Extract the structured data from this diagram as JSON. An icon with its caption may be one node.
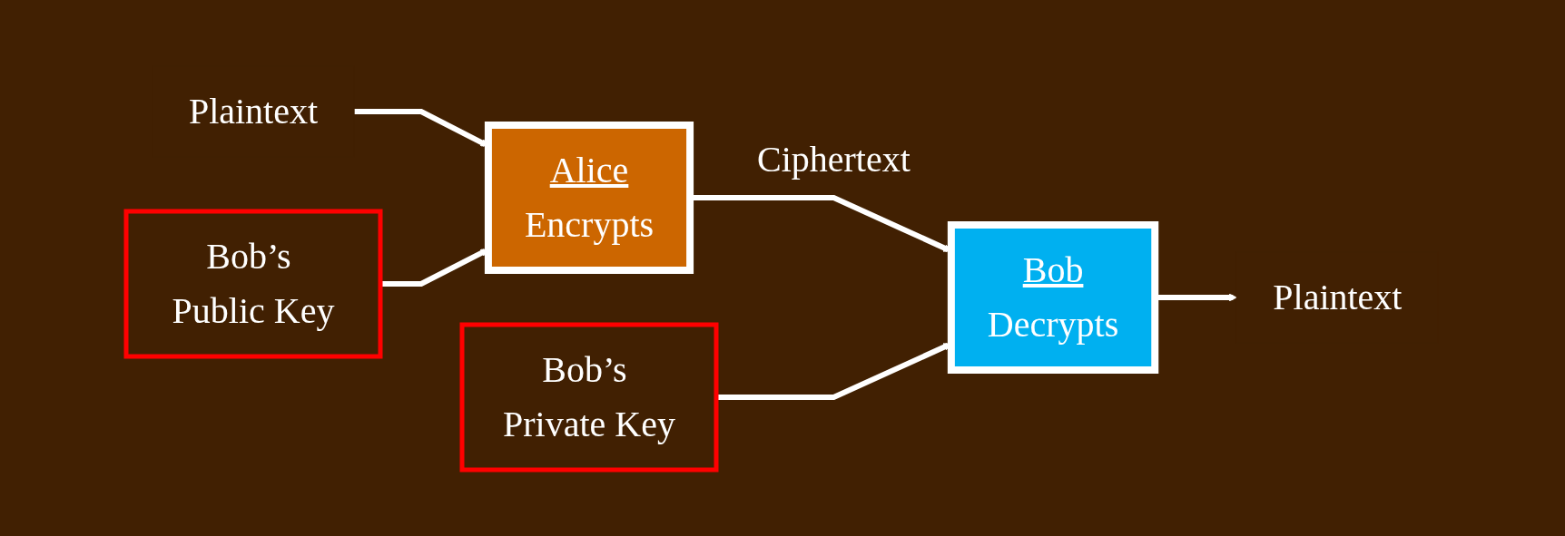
{
  "diagram": {
    "nodes": [
      {
        "text": [
          "Plaintext"
        ]
      },
      {
        "text": [
          "Alice",
          "Encrypts"
        ]
      },
      {
        "text": [
          "Bob",
          "Decrypts"
        ]
      },
      {
        "text": [
          "Plaintext"
        ]
      },
      {
        "text": [
          "Bob’s Public Key"
        ]
      },
      {
        "text": [
          "Bob’s Private Key"
        ]
      }
    ],
    "edges": [
      {
        "from": 0,
        "to": 1,
        "arrow": "to"
      },
      {
        "from": 1,
        "to": 2,
        "arrow": "to",
        "label": "Ciphertext"
      },
      {
        "from": 2,
        "to": 3,
        "arrow": "to"
      },
      {
        "from": 4,
        "to": 1,
        "arrow": "to"
      },
      {
        "from": 5,
        "to": 2,
        "arrow": "to"
      }
    ]
  }
}
